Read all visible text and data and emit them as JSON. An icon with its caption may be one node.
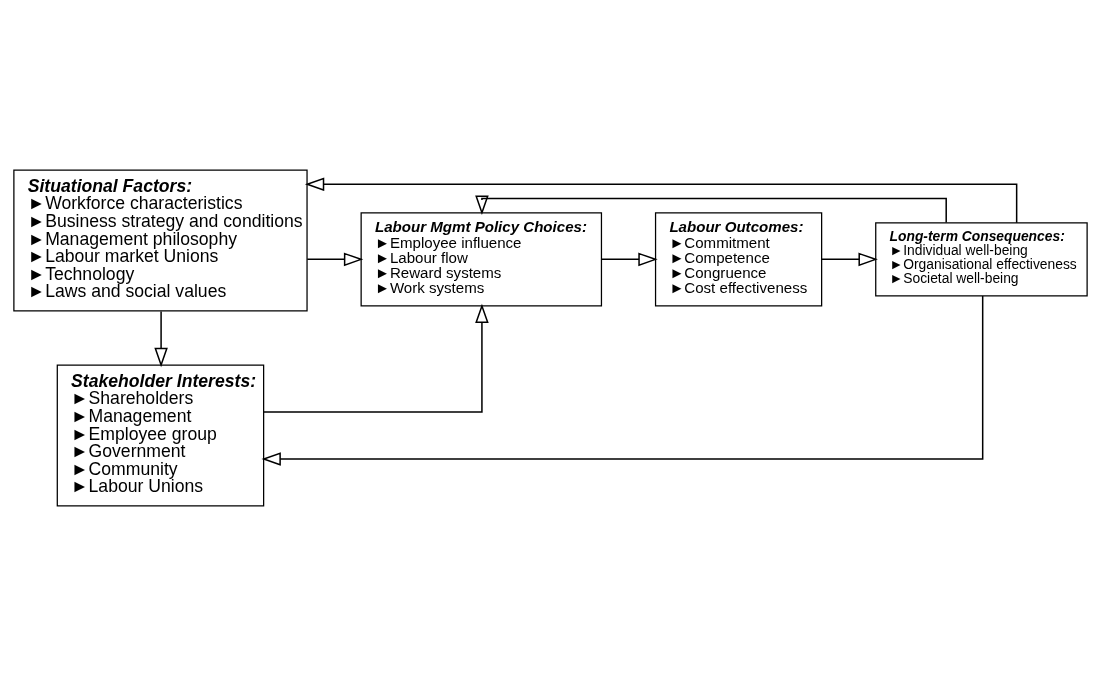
{
  "diagram": {
    "nodes": [
      {
        "text": [
          "Stakeholder Interests:",
          "►Shareholders",
          "►Management",
          "►Employee group",
          "►Government",
          "►Community",
          "►Labour Unions"
        ]
      },
      {
        "text": [
          "Situational Factors:",
          "►Workforce characteristics",
          "►Business strategy and conditions",
          "►Management philosophy",
          "►Labour market Unions",
          "►Technology",
          "►Laws and social values"
        ]
      },
      {
        "text": [
          "Labour Mgmt Policy Choices:",
          "►Employee influence",
          "►Labour flow",
          "►Reward systems",
          "►Work systems"
        ]
      },
      {
        "text": [
          "Labour Outcomes:",
          "►Commitment",
          "►Competence",
          "►Congruence",
          "►Cost effectiveness"
        ]
      },
      {
        "text": [
          "Long-term Consequences:",
          "►Individual well-being",
          "►Organisational effectiveness",
          "►Societal well-being"
        ]
      }
    ],
    "edges": [
      {
        "from": 0,
        "to": 2,
        "arrow": "to"
      },
      {
        "from": 1,
        "to": 2,
        "arrow": "to"
      },
      {
        "from": 1,
        "to": 0,
        "arrow": "to"
      },
      {
        "from": 2,
        "to": 3,
        "arrow": "to"
      },
      {
        "from": 3,
        "to": 4,
        "arrow": "to"
      },
      {
        "from": 4,
        "to": 0,
        "arrow": "to"
      },
      {
        "from": 4,
        "to": 1,
        "arrow": "to"
      },
      {
        "from": 4,
        "to": 2,
        "arrow": "to"
      }
    ]
  }
}
